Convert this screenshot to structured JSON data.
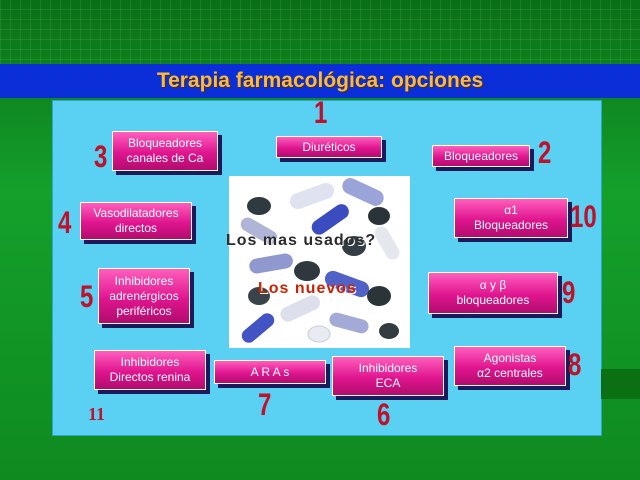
{
  "title": "Terapia farmacológica: opciones",
  "overlay": {
    "most_used": "Los mas usados?",
    "new": "Los nuevos"
  },
  "boxes": {
    "diureticos": "Diuréticos",
    "bloq_ca_1": "Bloqueadores",
    "bloq_ca_2": "canales de Ca",
    "bloqueadores": "Bloqueadores",
    "vaso_1": "Vasodilatadores",
    "vaso_2": "directos",
    "alfa1_1": "α1",
    "alfa1_2": "Bloqueadores",
    "inhib_adr_1": "Inhibidores",
    "inhib_adr_2": "adrenérgicos",
    "inhib_adr_3": "periféricos",
    "ab_1": "α y β",
    "ab_2": "bloqueadores",
    "agon_1": "Agonistas",
    "agon_2": "α2 centrales",
    "renina_1": "Inhibidores",
    "renina_2": "Directos renina",
    "aras": "A R A s",
    "eca_1": "Inhibidores",
    "eca_2": "ECA"
  },
  "numbers": {
    "n1": "1",
    "n2": "2",
    "n3": "3",
    "n4": "4",
    "n5": "5",
    "n6": "6",
    "n7": "7",
    "n8": "8",
    "n9": "9",
    "n10": "10",
    "n11": "11"
  },
  "colors": {
    "title_bar": "#0a2fd9",
    "title_text": "#f7b94a",
    "panel": "#5ad0f2",
    "box": "#e0158f",
    "numbers": "#c0102a",
    "background": "#0f8a1f"
  }
}
